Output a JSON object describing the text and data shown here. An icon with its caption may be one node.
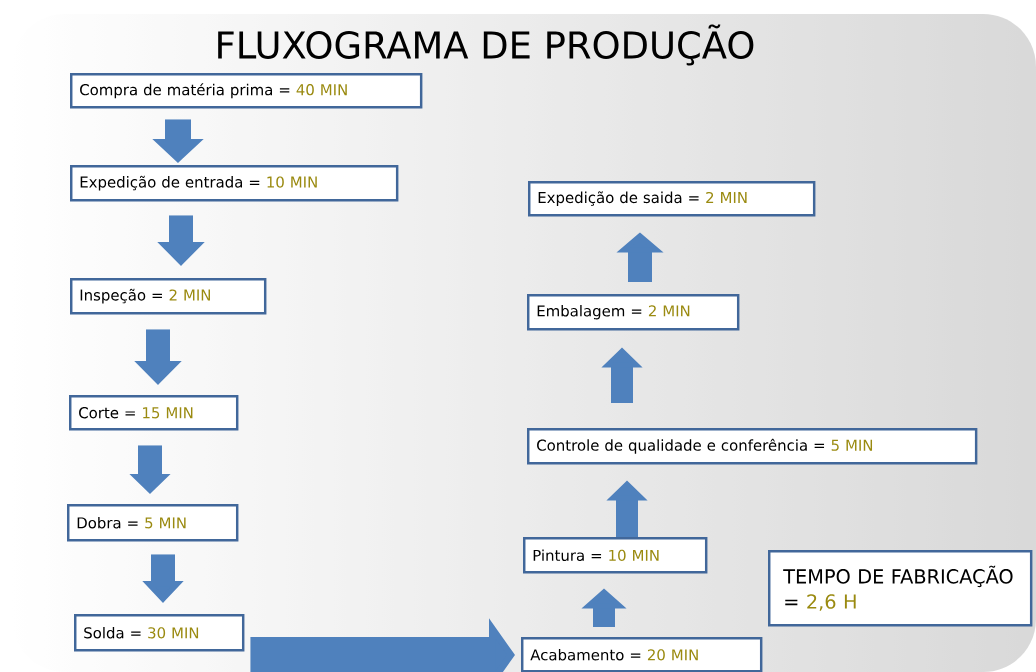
{
  "diagram": {
    "title": "FLUXOGRAMA DE PRODUÇÃO",
    "nodes": [
      {
        "text": [
          "Compra de matéria prima =",
          "40 MIN"
        ]
      },
      {
        "text": [
          "Expedição de entrada =",
          "10 MIN"
        ]
      },
      {
        "text": [
          "Inspeção =",
          "2 MIN"
        ]
      },
      {
        "text": [
          "Corte =",
          "15 MIN"
        ]
      },
      {
        "text": [
          "Dobra =",
          "5 MIN"
        ]
      },
      {
        "text": [
          "Solda =",
          "30 MIN"
        ]
      },
      {
        "text": [
          "Acabamento =",
          "20 MIN"
        ]
      },
      {
        "text": [
          "Pintura =",
          "10 MIN"
        ]
      },
      {
        "text": [
          "Controle de qualidade e conferência =",
          "5 MIN"
        ]
      },
      {
        "text": [
          "Embalagem =",
          "2 MIN"
        ]
      },
      {
        "text": [
          "Expedição de saida =",
          "2 MIN"
        ]
      },
      {
        "text": [
          "TEMPO DE FABRICAÇÃO =",
          "2,6 H"
        ]
      }
    ],
    "edges": [
      {
        "from": 0,
        "to": 1,
        "arrow": "to"
      },
      {
        "from": 1,
        "to": 2,
        "arrow": "to"
      },
      {
        "from": 2,
        "to": 3,
        "arrow": "to"
      },
      {
        "from": 3,
        "to": 4,
        "arrow": "to"
      },
      {
        "from": 4,
        "to": 5,
        "arrow": "to"
      },
      {
        "from": 5,
        "to": 6,
        "arrow": "to"
      },
      {
        "from": 6,
        "to": 7,
        "arrow": "to"
      },
      {
        "from": 7,
        "to": 8,
        "arrow": "to"
      },
      {
        "from": 8,
        "to": 9,
        "arrow": "to"
      },
      {
        "from": 9,
        "to": 10,
        "arrow": "to"
      }
    ]
  }
}
